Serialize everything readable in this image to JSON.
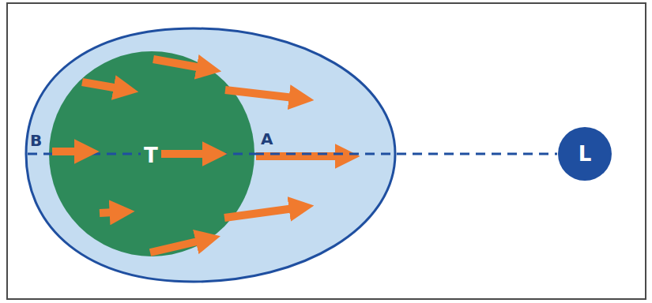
{
  "diagram": {
    "nodes": [
      {
        "text": [
          "T"
        ]
      },
      {
        "text": [
          "L"
        ]
      }
    ],
    "edges": [
      {
        "from": 0,
        "to": 1,
        "arrow": "none"
      }
    ],
    "labels": [
      "B",
      "A"
    ]
  }
}
